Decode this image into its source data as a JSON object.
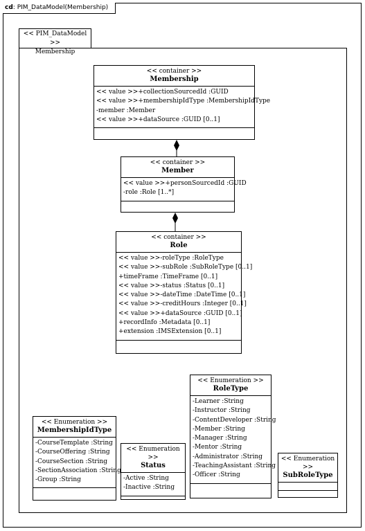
{
  "frame": {
    "kind": "cd",
    "title": "PIM_DataModel(Membership)"
  },
  "package": {
    "stereotype": "<< PIM_DataModel >>",
    "name": "Membership"
  },
  "classes": {
    "membership": {
      "stereotype": "<< container >>",
      "name": "Membership",
      "attributes": [
        "<< value >>+collectionSourcedId :GUID",
        "<< value >>+membershipIdType :MembershipIdType",
        "-member :Member",
        "<< value >>+dataSource :GUID [0..1]"
      ]
    },
    "member": {
      "stereotype": "<< container >>",
      "name": "Member",
      "attributes": [
        "<< value >>+personSourcedId :GUID",
        "-role :Role [1..*]"
      ]
    },
    "role": {
      "stereotype": "<< container >>",
      "name": "Role",
      "attributes": [
        "<< value >>-roleType :RoleType",
        "<< value >>-subRole :SubRoleType [0..1]",
        "+timeFrame :TimeFrame [0..1]",
        "<< value >>-status :Status [0..1]",
        "<< value >>-dateTime :DateTime [0..1]",
        "<< value >>-creditHours :Integer [0..1]",
        "<< value >>+dataSource :GUID [0..1]",
        "+recordInfo :Metadata [0..1]",
        "+extension :IMSExtension [0..1]"
      ]
    },
    "roletype": {
      "stereotype": "<< Enumeration >>",
      "name": "RoleType",
      "attributes": [
        "-Learner :String",
        "-Instructor :String",
        "-ContentDeveloper :String",
        "-Member :String",
        "-Manager :String",
        "-Mentor :String",
        "-Administrator :String",
        "-TeachingAssistant :String",
        "-Officer :String"
      ]
    },
    "membershipidtype": {
      "stereotype": "<< Enumeration >>",
      "name": "MembershipIdType",
      "attributes": [
        "-CourseTemplate :String",
        "-CourseOffering :String",
        "-CourseSection :String",
        "-SectionAssociation :String",
        "-Group :String"
      ]
    },
    "status": {
      "stereotype": "<< Enumeration >>",
      "name": "Status",
      "attributes": [
        "-Active :String",
        "-Inactive :String"
      ]
    },
    "subroletype": {
      "stereotype": "<< Enumeration >>",
      "name": "SubRoleType",
      "attributes": []
    }
  }
}
